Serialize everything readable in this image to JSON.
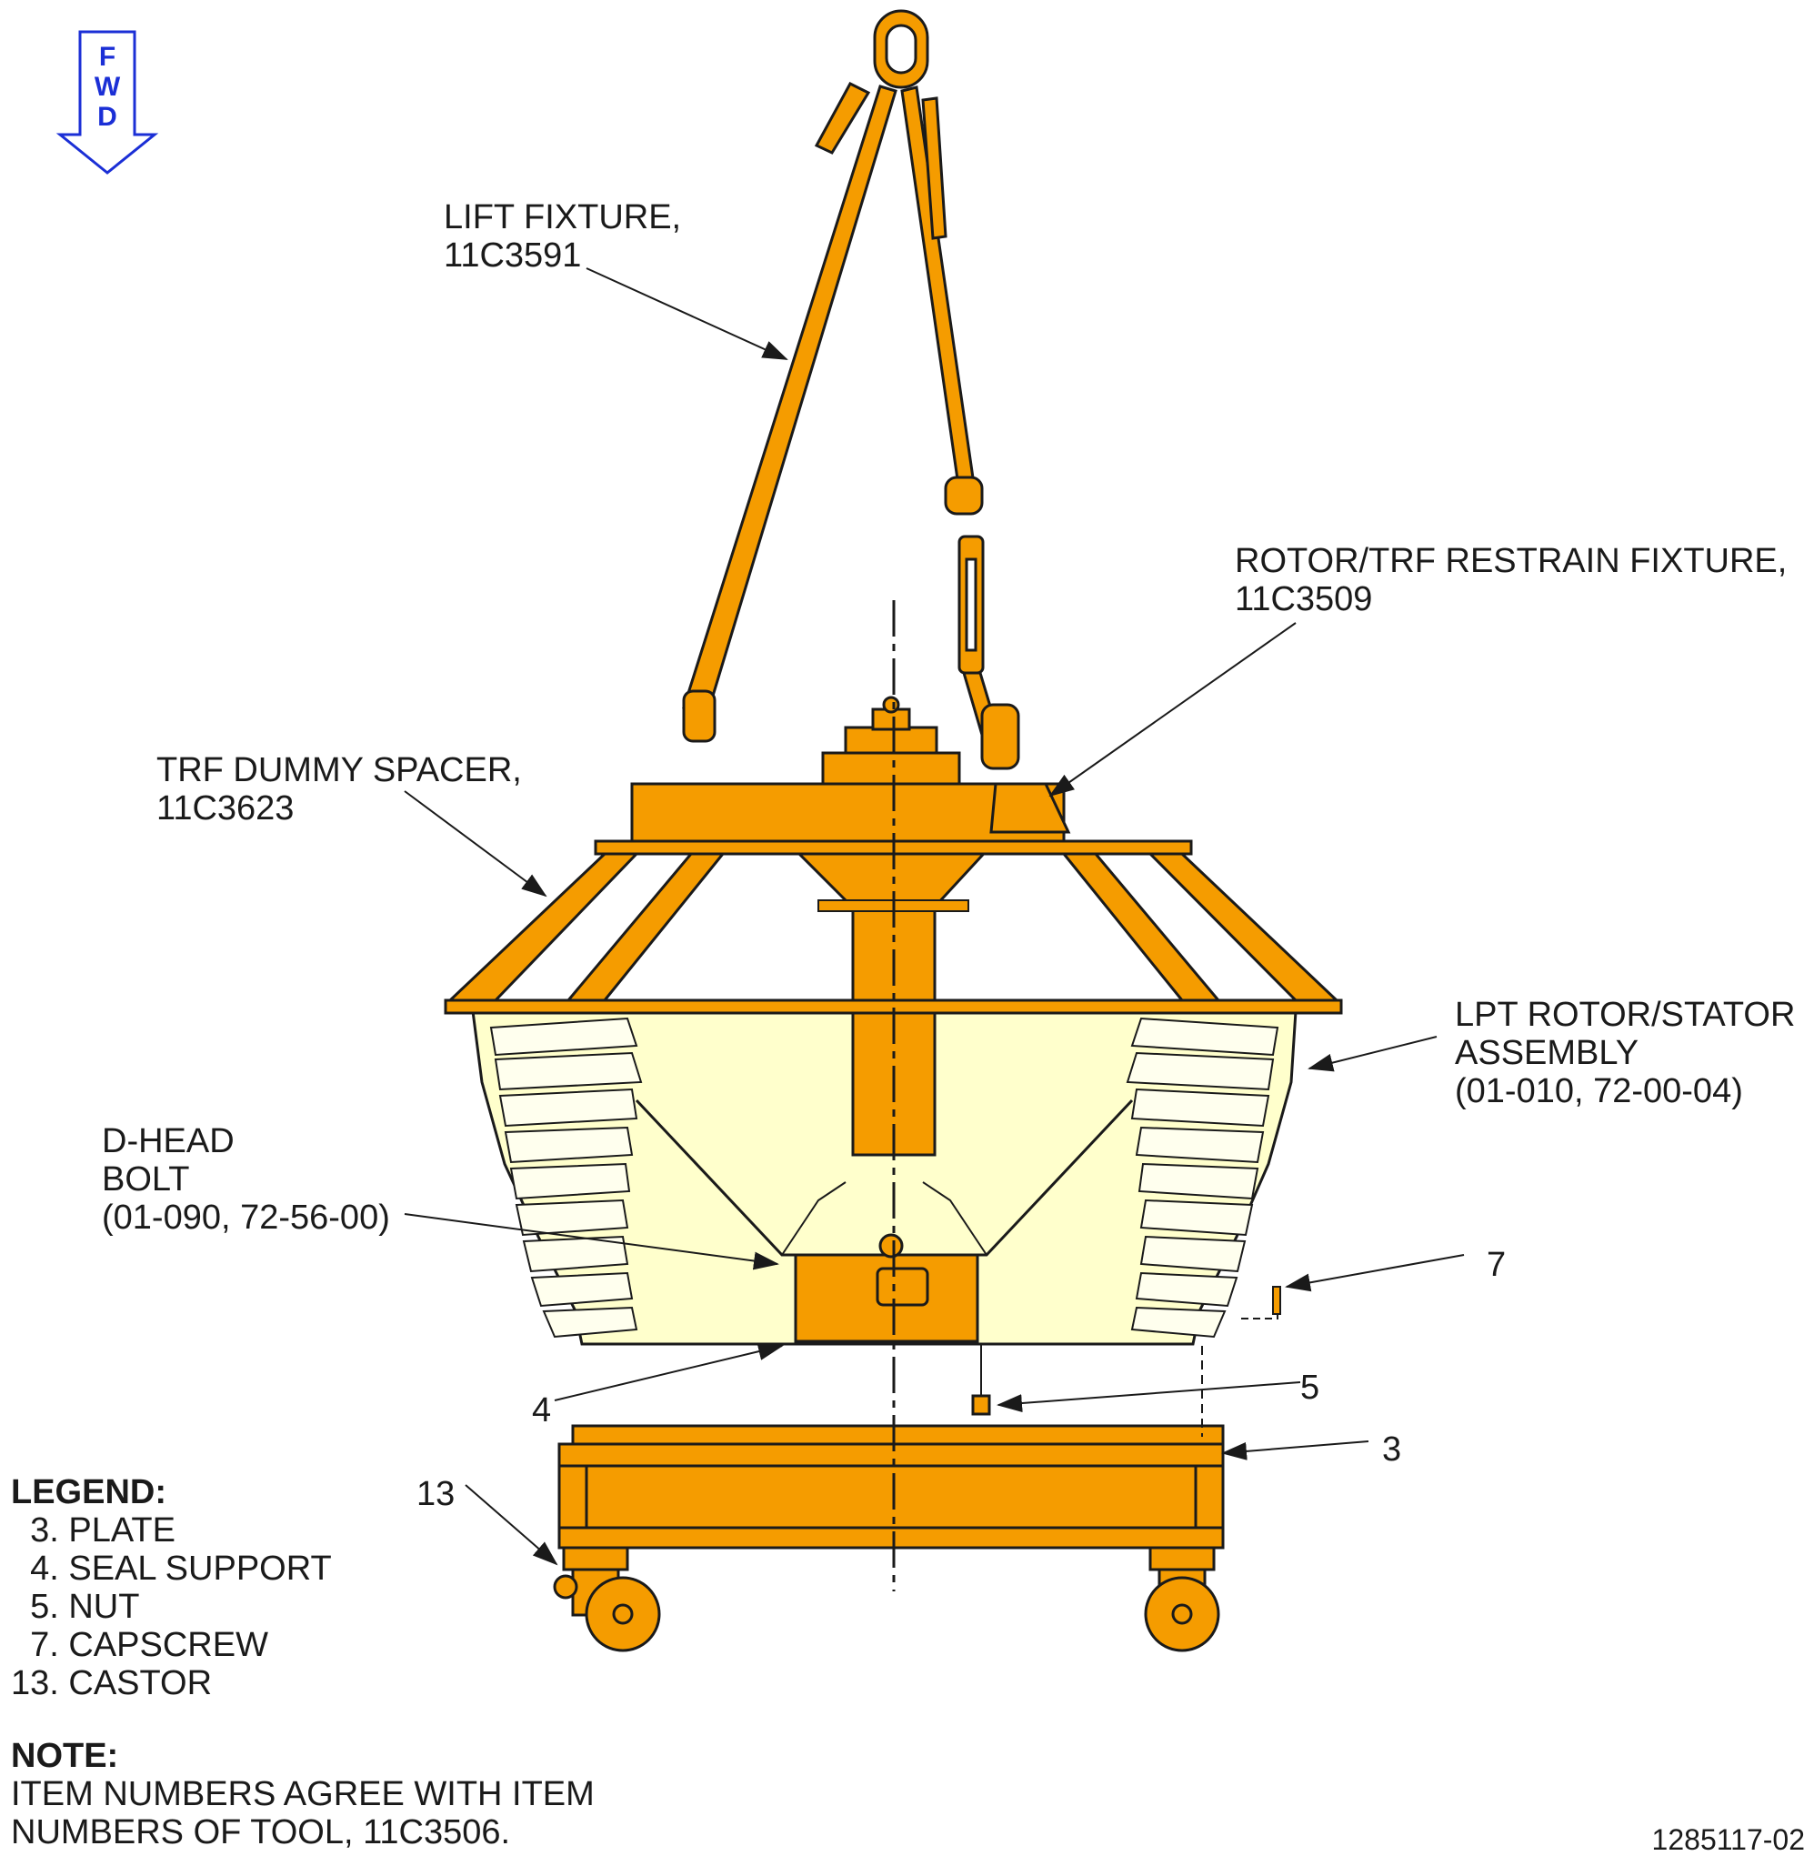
{
  "fwd_indicator": {
    "letters": [
      "F",
      "W",
      "D"
    ],
    "color": "#1b2fd6"
  },
  "colors": {
    "part": "#f59c00",
    "outline": "#1a1a1a",
    "fill_bg": "#ffffcc"
  },
  "callouts": {
    "lift_fixture": {
      "line1": "LIFT FIXTURE,",
      "line2": "11C3591"
    },
    "restrain_fixture": {
      "line1": "ROTOR/TRF RESTRAIN FIXTURE,",
      "line2": "11C3509"
    },
    "dummy_spacer": {
      "line1": "TRF DUMMY SPACER,",
      "line2": "11C3623"
    },
    "lpt_assembly": {
      "line1": "LPT ROTOR/STATOR",
      "line2": "ASSEMBLY",
      "line3": "(01-010, 72-00-04)"
    },
    "d_head_bolt": {
      "line1": "D-HEAD",
      "line2": "BOLT",
      "line3": "(01-090, 72-56-00)"
    }
  },
  "item_numbers": {
    "item7": "7",
    "item5": "5",
    "item4": "4",
    "item3": "3",
    "item13": "13"
  },
  "legend": {
    "title": "LEGEND:",
    "items": [
      "  3. PLATE",
      "  4. SEAL SUPPORT",
      "  5. NUT",
      "  7. CAPSCREW",
      "13. CASTOR"
    ]
  },
  "note": {
    "title": "NOTE:",
    "line1": "ITEM NUMBERS AGREE WITH ITEM",
    "line2": "NUMBERS OF TOOL, 11C3506."
  },
  "document_number": "1285117-02"
}
